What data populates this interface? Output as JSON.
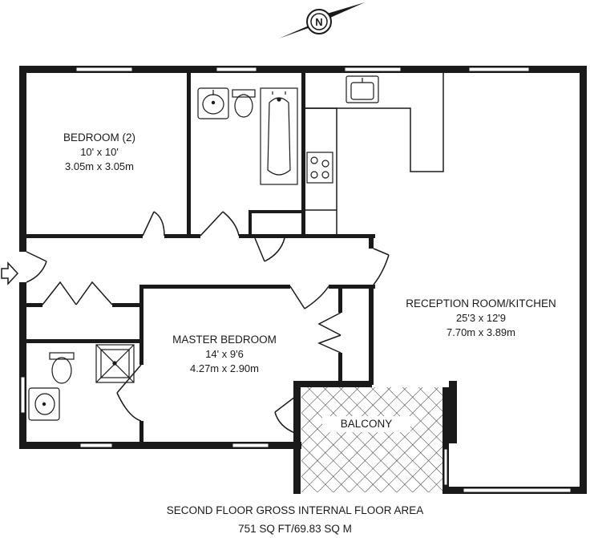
{
  "rooms": {
    "bedroom2": {
      "name": "BEDROOM (2)",
      "imperial": "10' x 10'",
      "metric": "3.05m x 3.05m"
    },
    "master": {
      "name": "MASTER BEDROOM",
      "imperial": "14' x 9'6",
      "metric": "4.27m x 2.90m"
    },
    "reception": {
      "name": "RECEPTION ROOM/KITCHEN",
      "imperial": "25'3 x 12'9",
      "metric": "7.70m x 3.89m"
    },
    "balcony": {
      "name": "BALCONY"
    }
  },
  "compass": {
    "letter": "N"
  },
  "caption": {
    "line1": "SECOND FLOOR GROSS INTERNAL FLOOR AREA",
    "line2": "751 SQ FT/69.83 SQ M"
  },
  "colors": {
    "wall": "#1a1a1a",
    "background": "#ffffff",
    "window": "#ffffff"
  }
}
